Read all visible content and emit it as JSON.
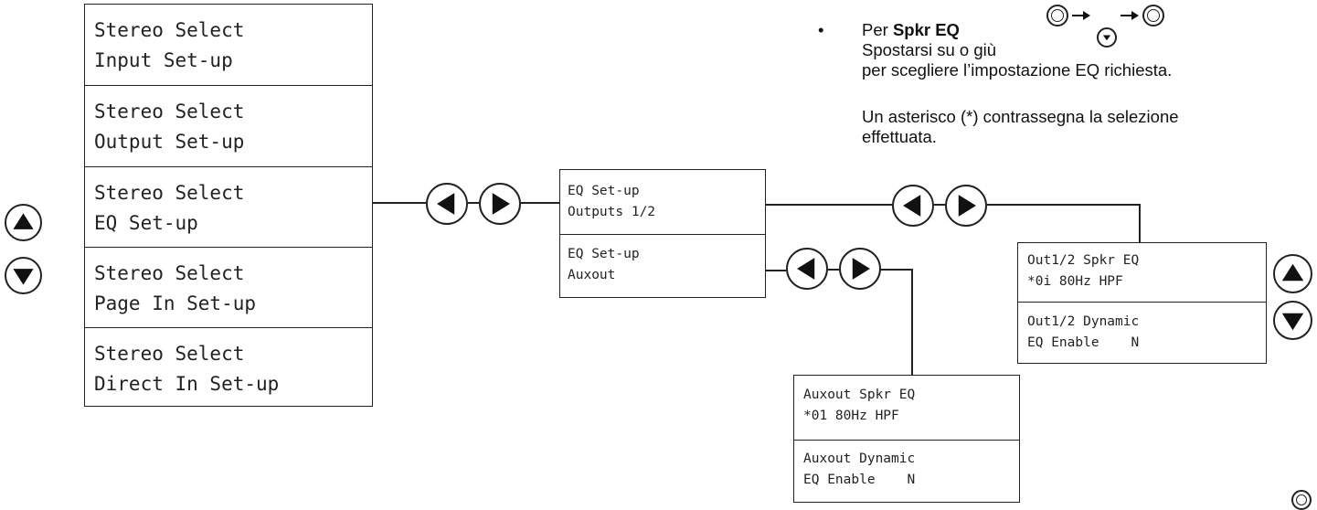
{
  "main_menu": [
    {
      "line1": "Stereo Select",
      "line2": "Input Set-up"
    },
    {
      "line1": "Stereo Select",
      "line2": "Output Set-up"
    },
    {
      "line1": "Stereo Select",
      "line2": "EQ Set-up"
    },
    {
      "line1": "Stereo Select",
      "line2": "Page In Set-up"
    },
    {
      "line1": "Stereo Select",
      "line2": "Direct In Set-up"
    }
  ],
  "eq_menu": [
    {
      "line1": "EQ Set-up",
      "line2": "Outputs 1/2"
    },
    {
      "line1": "EQ Set-up",
      "line2": "Auxout"
    }
  ],
  "out_menu": [
    {
      "line1": "Out1/2 Spkr EQ",
      "line2": "*0i 80Hz HPF"
    },
    {
      "line1": "Out1/2 Dynamic",
      "line2": "EQ Enable    N"
    }
  ],
  "aux_menu": [
    {
      "line1": "Auxout Spkr EQ",
      "line2": "*01 80Hz HPF"
    },
    {
      "line1": "Auxout Dynamic",
      "line2": "EQ Enable    N"
    }
  ],
  "note": {
    "bullet": "•",
    "prefix": "Per ",
    "bold": "Spkr EQ",
    "line2": "Spostarsi su o giù",
    "line3": "per scegliere l’impostazione EQ richiesta.",
    "line4": "Un asterisco (*) contrassegna la selezione",
    "line5": "effettuata."
  },
  "icons": {
    "up": "up-arrow-button-icon",
    "down": "down-arrow-button-icon",
    "left": "left-arrow-button-icon",
    "right": "right-arrow-button-icon"
  }
}
